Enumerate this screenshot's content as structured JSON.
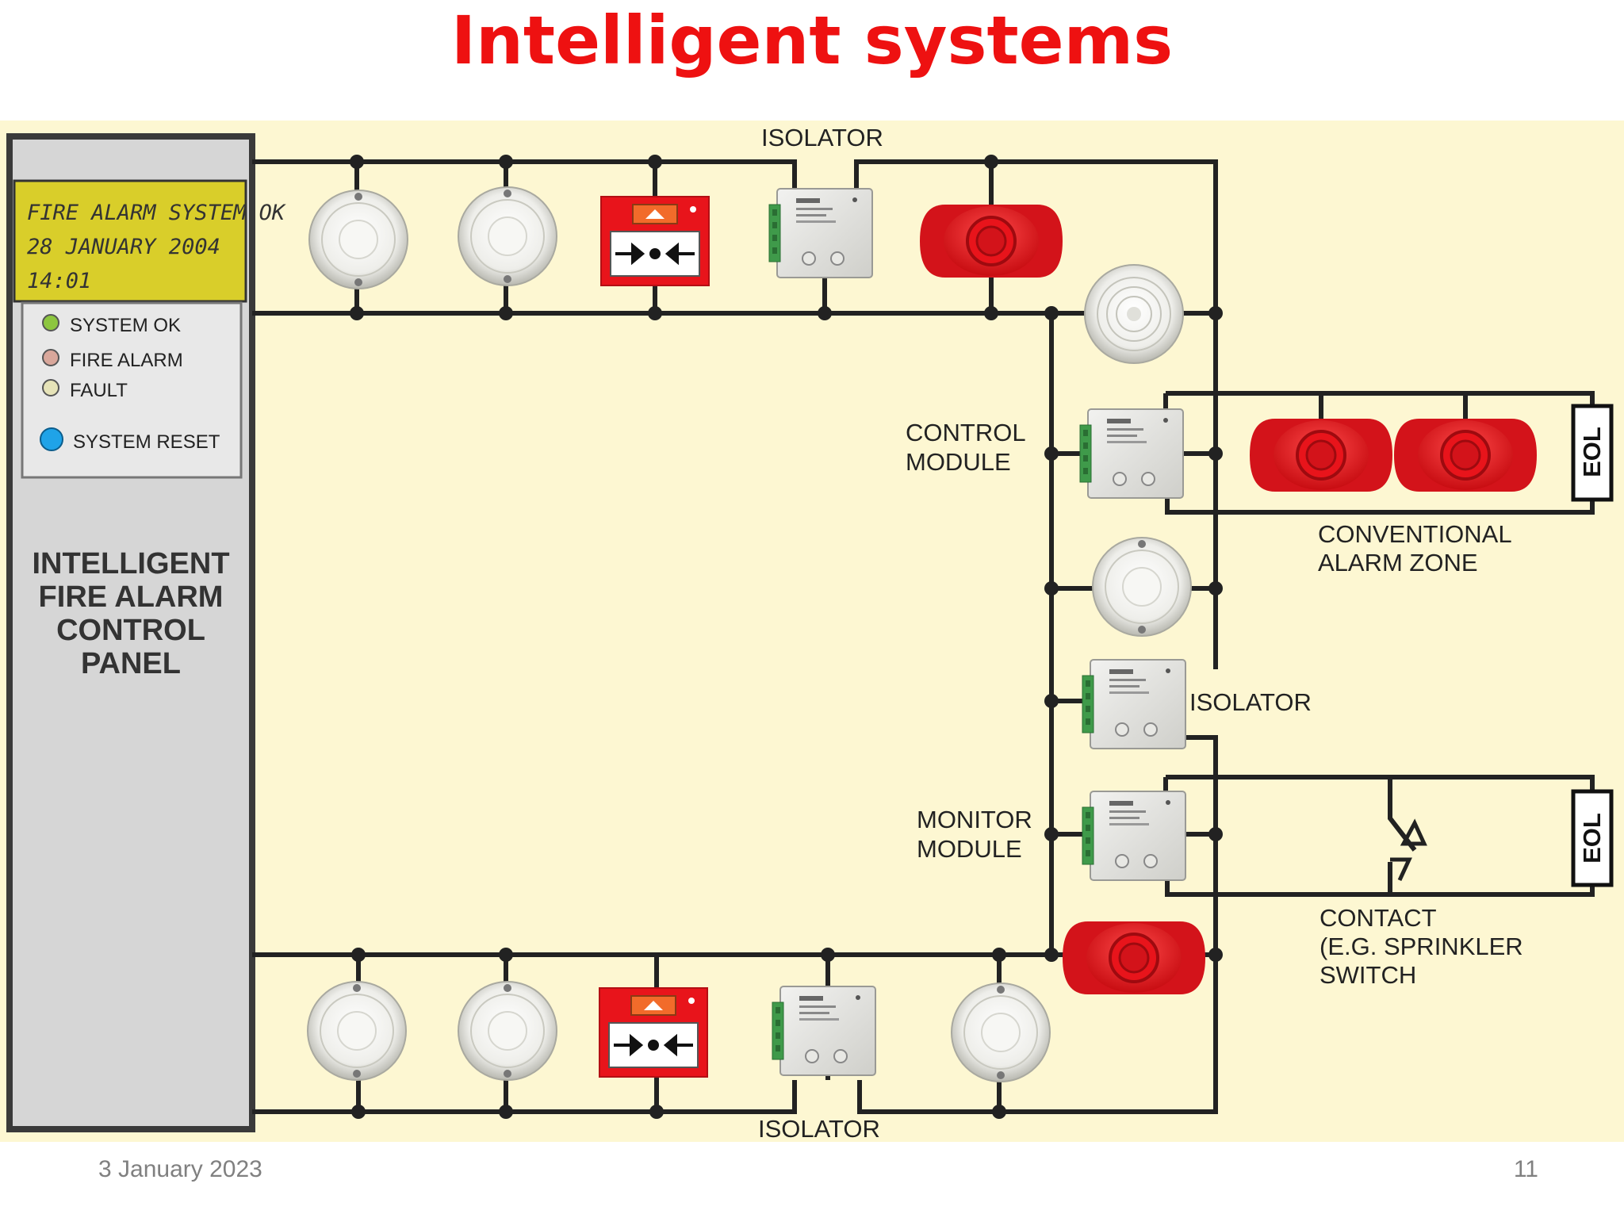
{
  "title": "Intelligent systems",
  "footer": {
    "date": "3 January 2023",
    "page": "11"
  },
  "panel": {
    "display_lines": [
      "FIRE ALARM SYSTEM OK",
      "28 JANUARY 2004",
      "14:01"
    ],
    "indicators": [
      {
        "label": "SYSTEM OK",
        "color": "#8dc63f"
      },
      {
        "label": "FIRE ALARM",
        "color": "#d9a79b"
      },
      {
        "label": "FAULT",
        "color": "#e6e3b8"
      },
      {
        "label": "SYSTEM RESET",
        "color": "#1fa3e8"
      }
    ],
    "name_lines": [
      "INTELLIGENT",
      "FIRE ALARM",
      "CONTROL",
      "PANEL"
    ]
  },
  "labels": {
    "isolator_top": "ISOLATOR",
    "isolator_mid": "ISOLATOR",
    "isolator_bottom": "ISOLATOR",
    "control_module": [
      "CONTROL",
      "MODULE"
    ],
    "monitor_module": [
      "MONITOR",
      "MODULE"
    ],
    "conventional_zone": [
      "CONVENTIONAL",
      "ALARM ZONE"
    ],
    "contact": [
      "CONTACT",
      "(E.G. SPRINKLER",
      "SWITCH"
    ],
    "eol_top": "EOL",
    "eol_bottom": "EOL"
  },
  "colors": {
    "title": "#ee1111",
    "wire": "#222222",
    "sounder": "#e8141b",
    "call_point": "#e8141b",
    "background": "#fdf7d2"
  }
}
